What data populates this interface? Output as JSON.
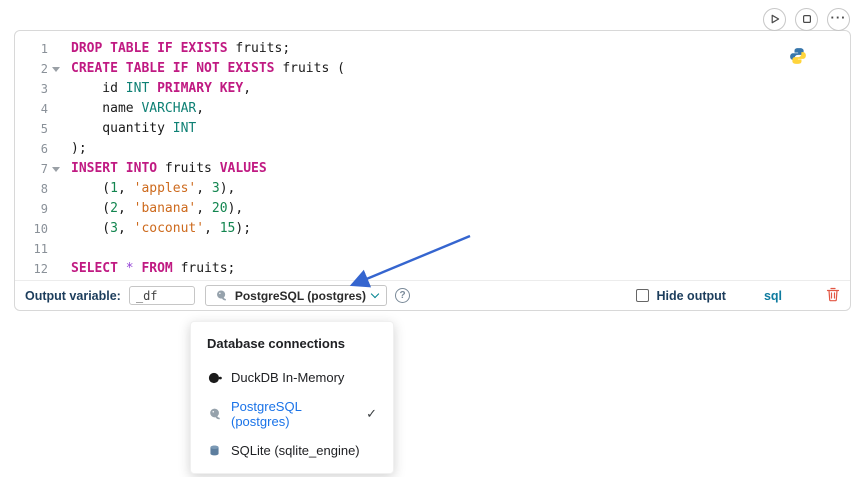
{
  "cell": {
    "language_label": "sql"
  },
  "code": {
    "lines": [
      {
        "num": 1,
        "fold": false,
        "tokens": [
          [
            "kw",
            "DROP TABLE IF EXISTS"
          ],
          [
            "pl",
            " fruits;"
          ]
        ]
      },
      {
        "num": 2,
        "fold": true,
        "tokens": [
          [
            "kw",
            "CREATE TABLE IF NOT EXISTS"
          ],
          [
            "pl",
            " fruits ("
          ]
        ]
      },
      {
        "num": 3,
        "fold": false,
        "tokens": [
          [
            "pl",
            "    id "
          ],
          [
            "ty",
            "INT"
          ],
          [
            "pl",
            " "
          ],
          [
            "kw",
            "PRIMARY KEY"
          ],
          [
            "pl",
            ","
          ]
        ]
      },
      {
        "num": 4,
        "fold": false,
        "tokens": [
          [
            "pl",
            "    name "
          ],
          [
            "ty",
            "VARCHAR"
          ],
          [
            "pl",
            ","
          ]
        ]
      },
      {
        "num": 5,
        "fold": false,
        "tokens": [
          [
            "pl",
            "    quantity "
          ],
          [
            "ty",
            "INT"
          ]
        ]
      },
      {
        "num": 6,
        "fold": false,
        "tokens": [
          [
            "pl",
            ");"
          ]
        ]
      },
      {
        "num": 7,
        "fold": true,
        "tokens": [
          [
            "kw",
            "INSERT INTO"
          ],
          [
            "pl",
            " fruits "
          ],
          [
            "kw",
            "VALUES"
          ]
        ]
      },
      {
        "num": 8,
        "fold": false,
        "tokens": [
          [
            "pl",
            "    ("
          ],
          [
            "nu",
            "1"
          ],
          [
            "pl",
            ", "
          ],
          [
            "st",
            "'apples'"
          ],
          [
            "pl",
            ", "
          ],
          [
            "nu",
            "3"
          ],
          [
            "pl",
            "),"
          ]
        ]
      },
      {
        "num": 9,
        "fold": false,
        "tokens": [
          [
            "pl",
            "    ("
          ],
          [
            "nu",
            "2"
          ],
          [
            "pl",
            ", "
          ],
          [
            "st",
            "'banana'"
          ],
          [
            "pl",
            ", "
          ],
          [
            "nu",
            "20"
          ],
          [
            "pl",
            "),"
          ]
        ]
      },
      {
        "num": 10,
        "fold": false,
        "tokens": [
          [
            "pl",
            "    ("
          ],
          [
            "nu",
            "3"
          ],
          [
            "pl",
            ", "
          ],
          [
            "st",
            "'coconut'"
          ],
          [
            "pl",
            ", "
          ],
          [
            "nu",
            "15"
          ],
          [
            "pl",
            ");"
          ]
        ]
      },
      {
        "num": 11,
        "fold": false,
        "tokens": []
      },
      {
        "num": 12,
        "fold": false,
        "tokens": [
          [
            "kw",
            "SELECT"
          ],
          [
            "pl",
            " "
          ],
          [
            "op",
            "*"
          ],
          [
            "pl",
            " "
          ],
          [
            "kw",
            "FROM"
          ],
          [
            "pl",
            " fruits;"
          ]
        ]
      }
    ]
  },
  "footer": {
    "output_variable_label": "Output variable:",
    "output_variable_value": "_df",
    "connection_selected": "PostgreSQL (postgres)",
    "hide_output_label": "Hide output",
    "language_label": "sql"
  },
  "menu": {
    "header": "Database connections",
    "items": [
      {
        "label": "DuckDB In-Memory",
        "selected": false
      },
      {
        "label": "PostgreSQL (postgres)",
        "selected": true
      },
      {
        "label": "SQLite (sqlite_engine)",
        "selected": false
      }
    ]
  },
  "icons": {
    "more_glyph": "···",
    "help_glyph": "?",
    "check_glyph": "✓"
  },
  "colors": {
    "keyword": "#c01a82",
    "type": "#0e8074",
    "string": "#cd6a1d",
    "number": "#12854f",
    "selected_menu_item": "#1a73e8",
    "annotation_arrow": "#3565cf",
    "trash": "#e25744",
    "language_label": "#0f7b9f"
  }
}
